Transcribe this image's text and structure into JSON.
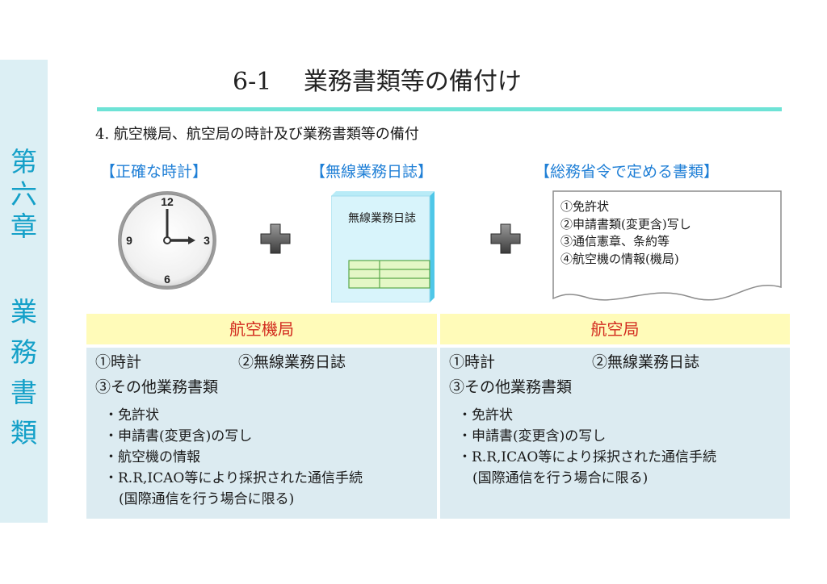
{
  "sidebar": {
    "chars": [
      "第",
      "六",
      "章",
      "業",
      "務",
      "書",
      "類"
    ]
  },
  "page": {
    "title": "6-1　 業務書類等の備付け",
    "subtitle": "4. 航空機局、航空局の時計及び業務書類等の備付",
    "accent_color": "#6ee3d6"
  },
  "sections": {
    "clock_heading": "【正確な時計】",
    "log_heading": "【無線業務日誌】",
    "docs_heading": "【総務省令で定める書類】"
  },
  "clock": {
    "numbers": {
      "n12": "12",
      "n3": "3",
      "n6": "6",
      "n9": "9"
    },
    "time_shown": "3:00"
  },
  "logbook": {
    "label": "無線業務日誌"
  },
  "documents": {
    "items": [
      "①免許状",
      "②申請書類(変更含)写し",
      "③通信憲章、条約等",
      "④航空機の情報(機局)"
    ]
  },
  "table": {
    "left": {
      "header": "航空機局",
      "line1_a": "①時計",
      "line1_b": "②無線業務日誌",
      "line2": "③その他業務書類",
      "bullets": [
        "・免許状",
        "・申請書(変更含)の写し",
        "・航空機の情報",
        "・R.R,ICAO等により採択された通信手続"
      ],
      "note": "(国際通信を行う場合に限る)"
    },
    "right": {
      "header": "航空局",
      "line1_a": "①時計",
      "line1_b": "②無線業務日誌",
      "line2": "③その他業務書類",
      "bullets": [
        "・免許状",
        "・申請書(変更含)の写し",
        "・R.R,ICAO等により採択された通信手続"
      ],
      "note": "(国際通信を行う場合に限る)"
    }
  },
  "colors": {
    "header_bg": "#fffbb9",
    "header_text": "#d22a1e",
    "body_bg": "#dcebf1",
    "section_heading": "#1f7fd6",
    "sidebar_text": "#14a0c8"
  }
}
